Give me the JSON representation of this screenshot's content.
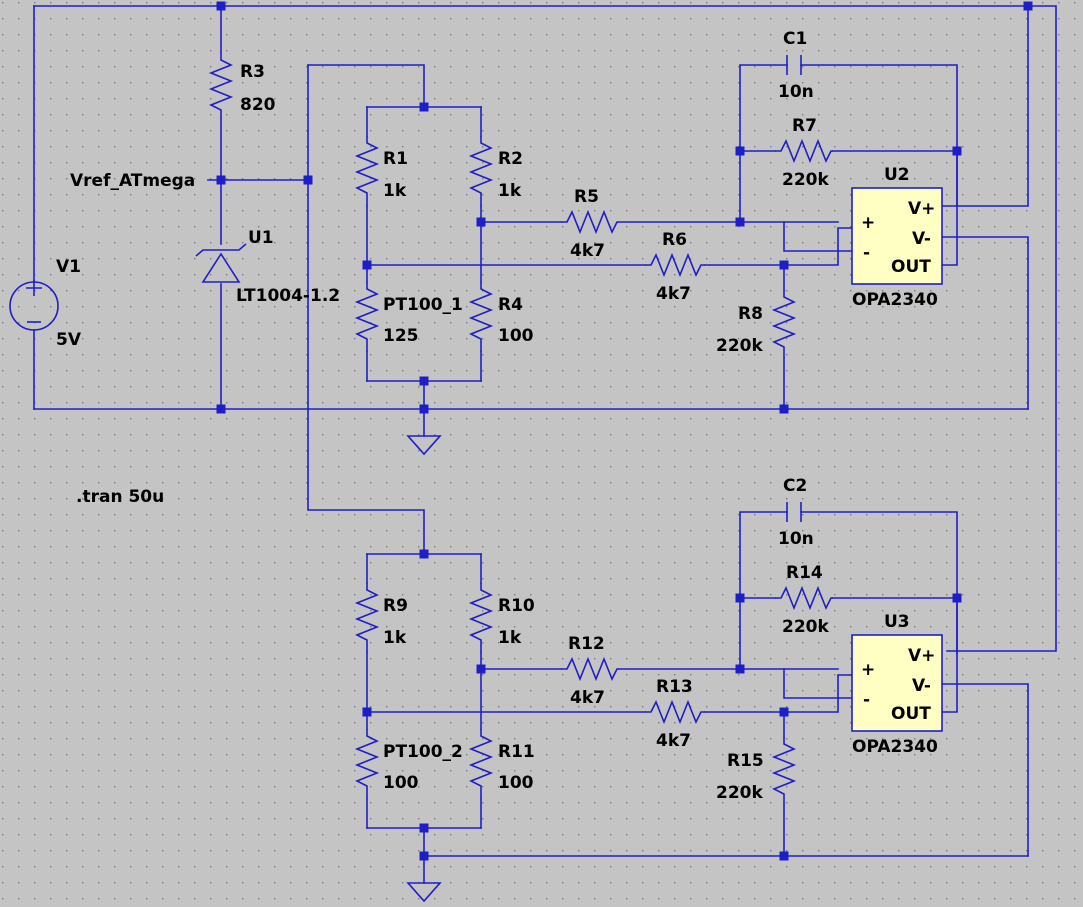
{
  "components": {
    "R1": {
      "name": "R1",
      "value": "1k"
    },
    "R2": {
      "name": "R2",
      "value": "1k"
    },
    "R3": {
      "name": "R3",
      "value": "820"
    },
    "R4": {
      "name": "R4",
      "value": "100"
    },
    "R5": {
      "name": "R5",
      "value": "4k7"
    },
    "R6": {
      "name": "R6",
      "value": "4k7"
    },
    "R7": {
      "name": "R7",
      "value": "220k"
    },
    "R8": {
      "name": "R8",
      "value": "220k"
    },
    "R9": {
      "name": "R9",
      "value": "1k"
    },
    "R10": {
      "name": "R10",
      "value": "1k"
    },
    "R11": {
      "name": "R11",
      "value": "100"
    },
    "R12": {
      "name": "R12",
      "value": "4k7"
    },
    "R13": {
      "name": "R13",
      "value": "4k7"
    },
    "R14": {
      "name": "R14",
      "value": "220k"
    },
    "R15": {
      "name": "R15",
      "value": "220k"
    },
    "PT100_1": {
      "name": "PT100_1",
      "value": "125"
    },
    "PT100_2": {
      "name": "PT100_2",
      "value": "100"
    },
    "C1": {
      "name": "C1",
      "value": "10n"
    },
    "C2": {
      "name": "C2",
      "value": "10n"
    },
    "V1": {
      "name": "V1",
      "value": "5V"
    },
    "U1": {
      "name": "U1",
      "value": "LT1004-1.2"
    },
    "U2": {
      "name": "U2",
      "value": "OPA2340"
    },
    "U3": {
      "name": "U3",
      "value": "OPA2340"
    }
  },
  "net_labels": {
    "vref": "Vref_ATmega"
  },
  "directive": ".tran 50u",
  "opamp_pins": {
    "plus": "+",
    "minus": "-",
    "vplus": "V+",
    "vminus": "V-",
    "out": "OUT"
  },
  "colors": {
    "background": "#c4c4c4",
    "wire": "#1e1ec8",
    "opamp_fill": "#ffffc4",
    "text": "#000000"
  }
}
